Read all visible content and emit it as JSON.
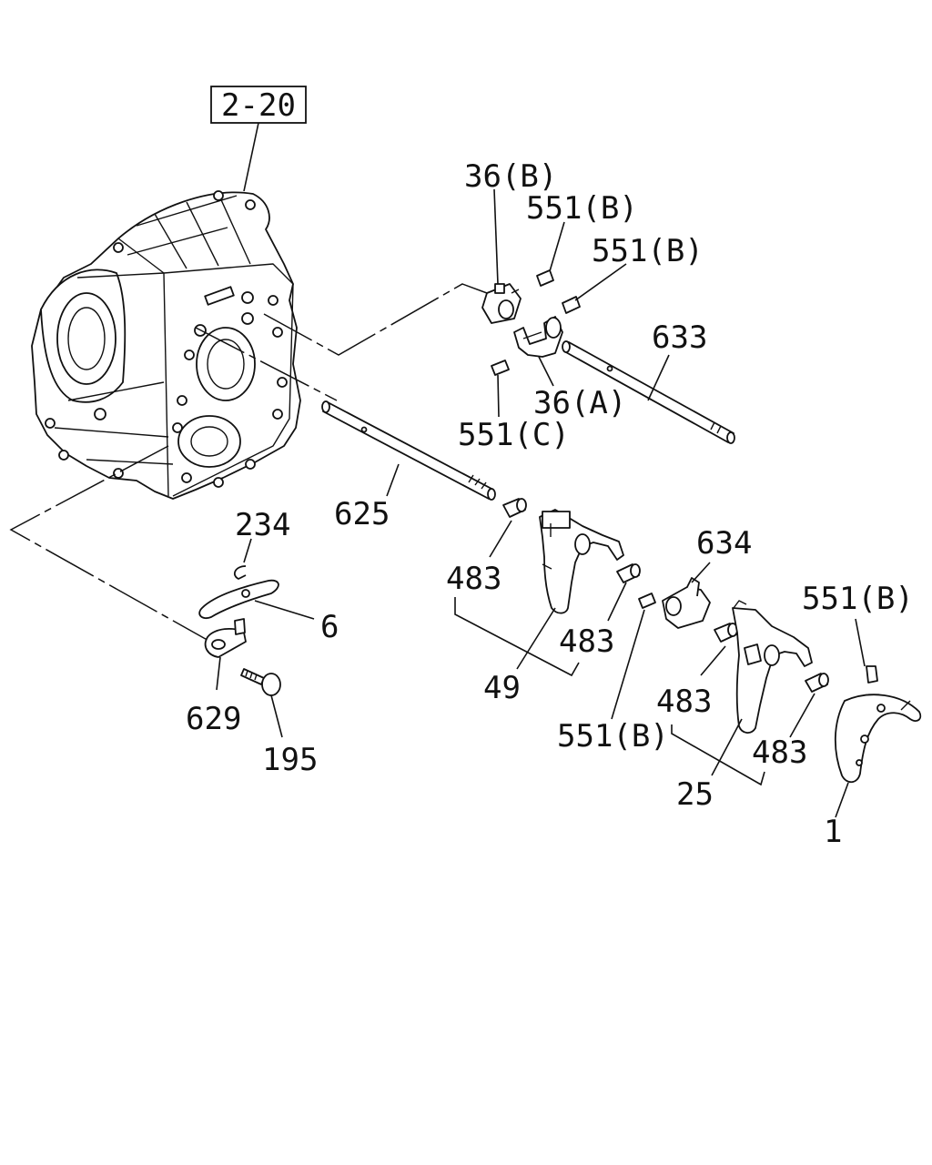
{
  "reference_box": "2-20",
  "labels": {
    "l36b": "36(B)",
    "l551b_1": "551(B)",
    "l551b_2": "551(B)",
    "l633": "633",
    "l36a": "36(A)",
    "l551c": "551(C)",
    "l625": "625",
    "l234": "234",
    "l6": "6",
    "l629": "629",
    "l195": "195",
    "l483_1": "483",
    "l483_2": "483",
    "l49": "49",
    "l634": "634",
    "l551b_3": "551(B)",
    "l551b_4": "551(B)",
    "l483_3": "483",
    "l483_4": "483",
    "l25": "25",
    "l1": "1"
  }
}
